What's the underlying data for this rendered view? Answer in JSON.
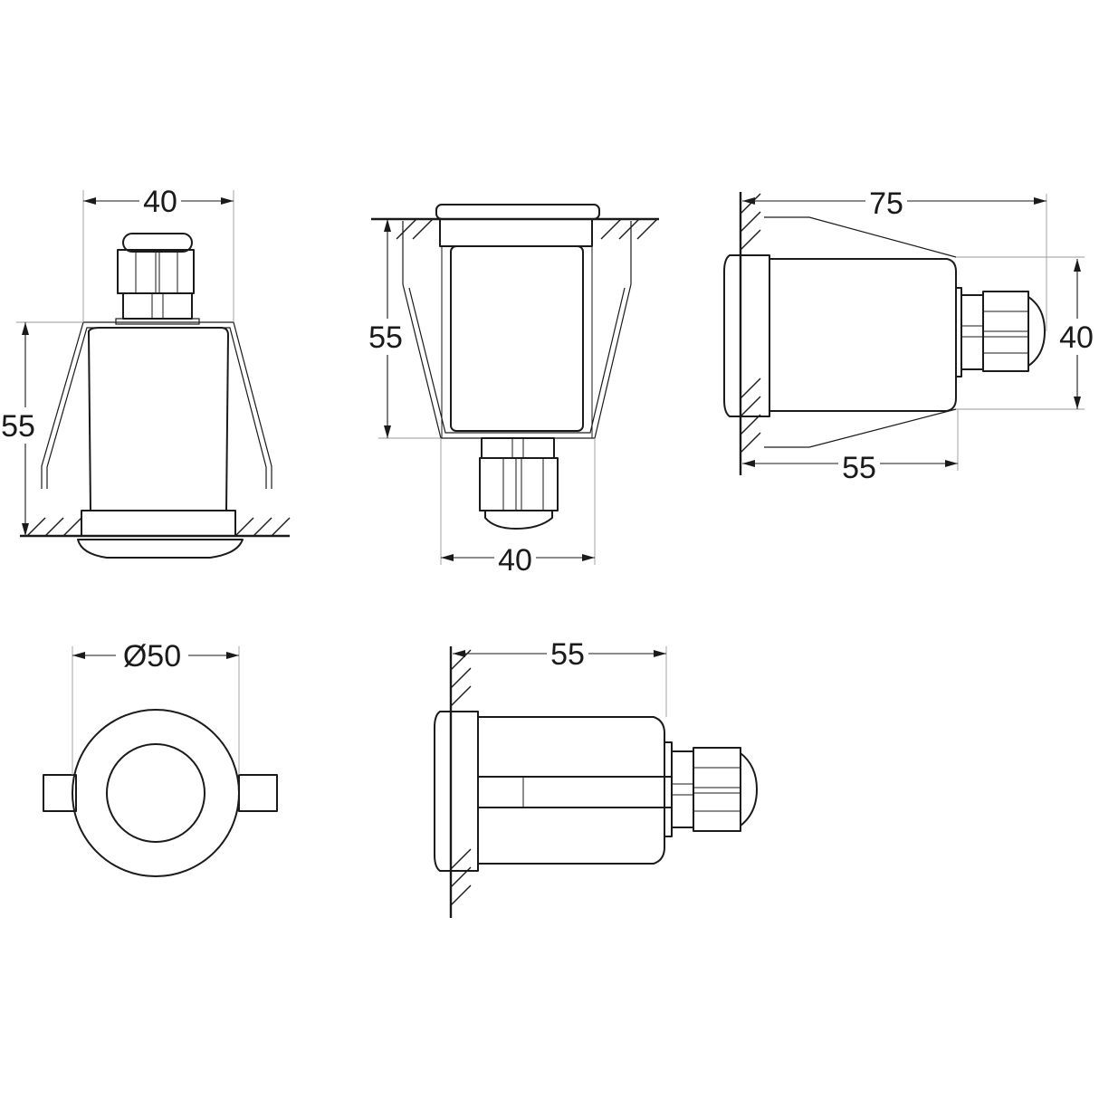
{
  "dimensions": {
    "front_view_width": "40",
    "front_view_height": "55",
    "section_view_height": "55",
    "section_view_width": "40",
    "side_view_overall_length": "75",
    "side_view_height": "40",
    "side_view_body_length": "55",
    "top_view_diameter": "Ø50",
    "bottom_side_view_length": "55"
  }
}
